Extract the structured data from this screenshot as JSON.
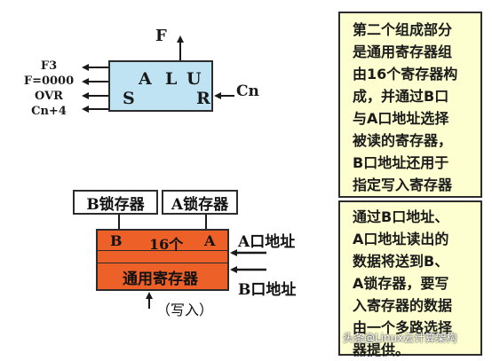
{
  "alu": {
    "top_output": "F",
    "letters": {
      "a": "A",
      "l": "L",
      "u": "U",
      "s": "S",
      "r": "R"
    },
    "carry_in": "Cn",
    "flags": [
      "F3",
      "F=0000",
      "OVR",
      "Cn+4"
    ]
  },
  "latches": {
    "b": "B锁存器",
    "a": "A锁存器"
  },
  "register_file": {
    "b_port": "B",
    "count": "16个",
    "a_port": "A",
    "label": "通用寄存器"
  },
  "address_labels": {
    "a_addr": "A口地址",
    "b_addr": "B口地址"
  },
  "write_label": "（写入）",
  "panel_top": {
    "lines": [
      "第二个组成部分",
      "是通用寄存器组",
      "由16个寄存器构",
      "成，并通过B口",
      "与A口地址选择",
      "被读的寄存器，",
      "B口地址还用于",
      "指定写入寄存器"
    ]
  },
  "panel_bottom": {
    "lines": [
      "通过B口地址、",
      "A口地址读出的",
      "数据将送到B、",
      "A锁存器，要写",
      "入寄存器的数据",
      "由一个多路选择",
      "器提供。"
    ]
  },
  "watermark": "头条@Linux云计算架构",
  "colors": {
    "alu_fill": "#bfe3f3",
    "regfile_fill": "#ed6128",
    "panel_fill": "#feffd0",
    "line": "#2c2c2c"
  }
}
